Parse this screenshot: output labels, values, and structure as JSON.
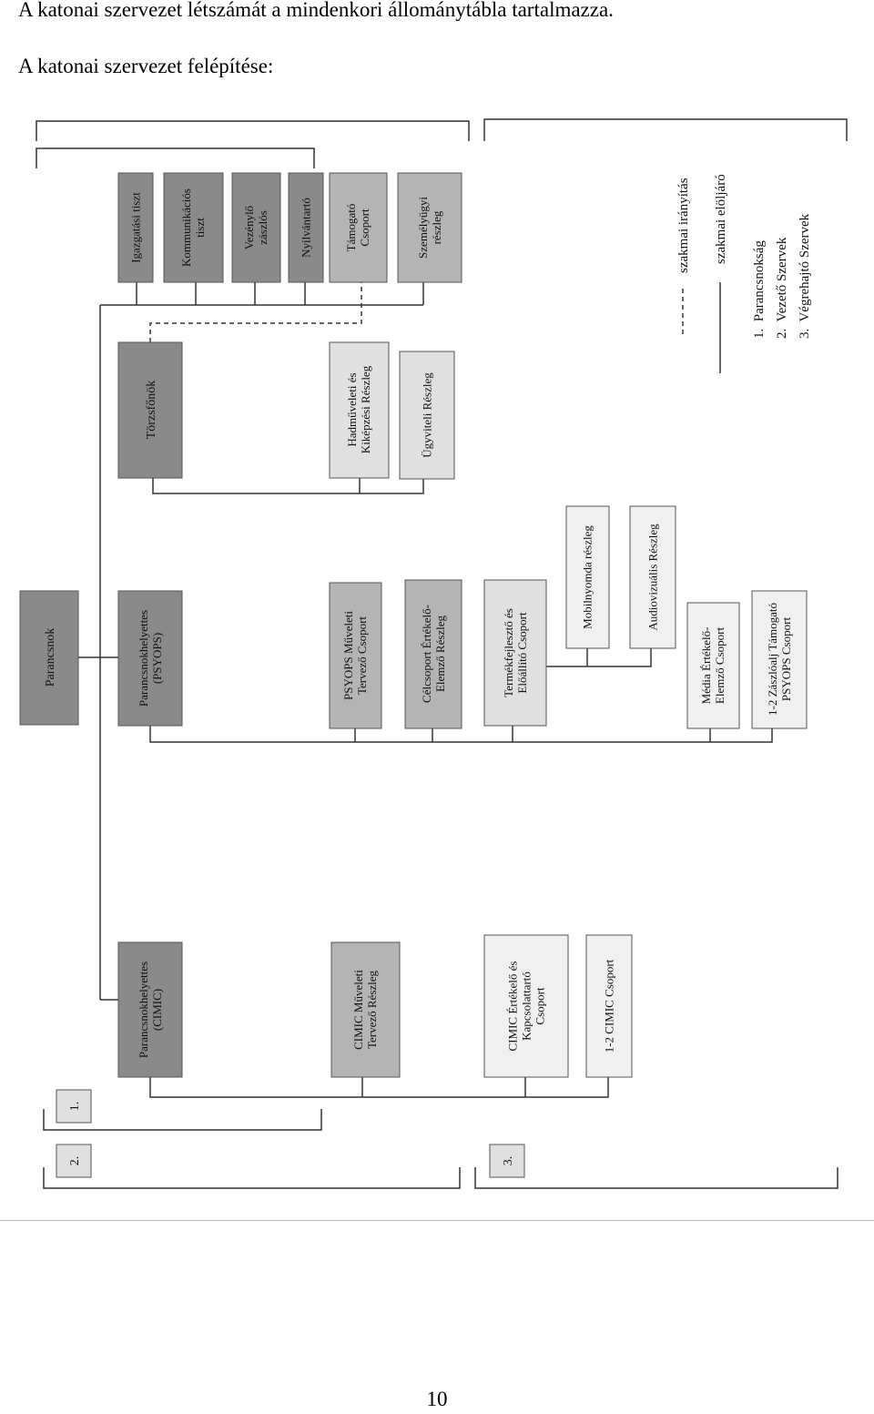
{
  "text": {
    "line1": "A katonai szervezet létszámát a mindenkori állománytábla tartalmazza.",
    "line2": "A katonai szervezet felépítése:",
    "page_number": "10"
  },
  "boxes": {
    "parancsnok": [
      "Parancsnok"
    ],
    "igazgatasi": [
      "Igazgatási tiszt"
    ],
    "kommunikacios": [
      "Kommunikációs",
      "tiszt"
    ],
    "vezenylo": [
      "Vezénylő",
      "zászlós"
    ],
    "nyilvantarto": [
      "Nyilvántartó"
    ],
    "tamogato": [
      "Támogató",
      "Csoport"
    ],
    "szemelyugyi": [
      "Személyügyi",
      "részleg"
    ],
    "torzsfonok": [
      "Törzsfőnök"
    ],
    "hadmuveleti": [
      "Hadműveleti és",
      "Kiképzési Részleg"
    ],
    "ugyviteli": [
      "Ügyviteli Részleg"
    ],
    "psyops_hely": [
      "Parancsnokhelyettes",
      "(PSYOPS)"
    ],
    "psyops_muv": [
      "PSYOPS Műveleti",
      "Tervező Csoport"
    ],
    "celcsoport": [
      "Célcsoport Értékelő-",
      "Elemző Részleg"
    ],
    "termek": [
      "Termékfejlesztő és",
      "Előállító Csoport"
    ],
    "mobil": [
      "Mobilnyomda részleg"
    ],
    "audio": [
      "Audiovizuális Részleg"
    ],
    "media": [
      "Média Értékelő-",
      "Elemző Csoport"
    ],
    "zaszloalj": [
      "1-2 Zászlóalj Támogató",
      "PSYOPS Csoport"
    ],
    "cimic_hely": [
      "Parancsnokhelyettes",
      "(CIMIC)"
    ],
    "cimic_muv": [
      "CIMIC Műveleti",
      "Tervező Részleg"
    ],
    "cimic_ert": [
      "CIMIC Értékelő és",
      "Kapcsolattartó",
      "Csoport"
    ],
    "cimic_csop": [
      "1-2 CIMIC Csoport"
    ],
    "tag1": [
      "1."
    ],
    "tag2": [
      "2."
    ],
    "tag3": [
      "3."
    ]
  },
  "legend": {
    "dashed": "szakmai irányítás",
    "solid": "szakmai elöljáró",
    "level1": "1.  Parancsnokság",
    "level2": "2.  Vezető Szervek",
    "level3": "3.  Végrehajtó Szervek"
  },
  "colors": {
    "dark": "#8a8a8a",
    "medium": "#b4b4b4",
    "light": "#e0e0e0",
    "lightest": "#f0f0f0",
    "line": "#333333"
  }
}
